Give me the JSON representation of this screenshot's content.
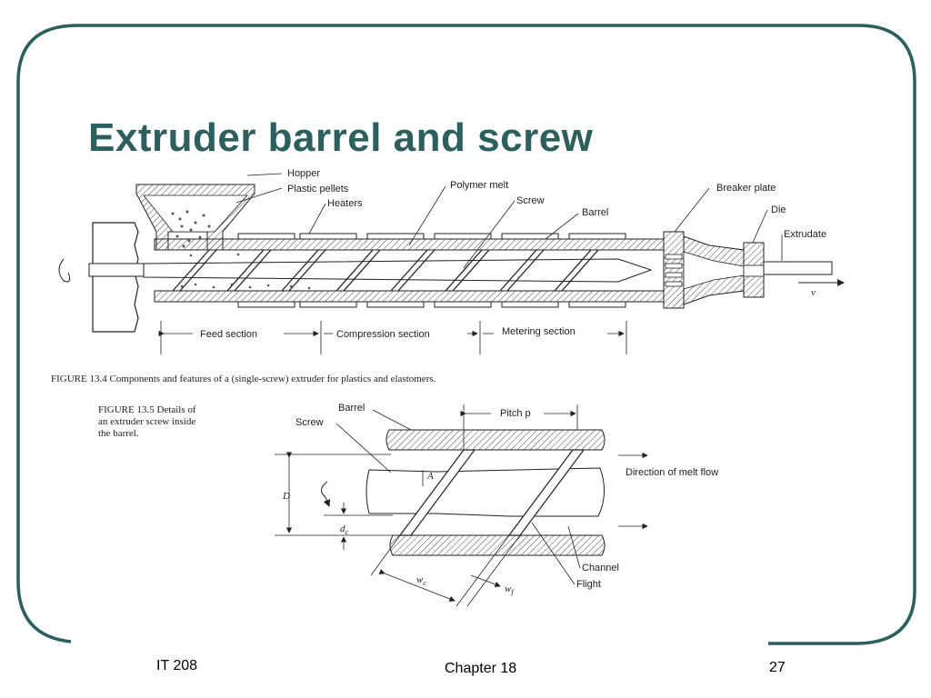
{
  "slide": {
    "title": "Extruder barrel and screw",
    "footer_left": "IT 208",
    "footer_center": "Chapter 18",
    "footer_right": "27",
    "frame_color": "#2e5f5f",
    "title_color": "#2e5f5f"
  },
  "figure1": {
    "labels": {
      "hopper": "Hopper",
      "pellets": "Plastic pellets",
      "heaters": "Heaters",
      "polymer_melt": "Polymer melt",
      "screw": "Screw",
      "barrel": "Barrel",
      "breaker_plate": "Breaker plate",
      "die": "Die",
      "extrudate": "Extrudate",
      "velocity": "v",
      "feed_section": "Feed section",
      "compression_section": "Compression section",
      "metering_section": "Metering section"
    },
    "caption": "FIGURE 13.4   Components and features of a (single-screw) extruder for plastics and elastomers."
  },
  "figure2": {
    "caption_lines": [
      "FIGURE 13.5   Details of",
      "an extruder screw inside",
      "the barrel."
    ],
    "labels": {
      "barrel": "Barrel",
      "screw": "Screw",
      "pitch": "Pitch p",
      "angle": "A",
      "diameter": "D",
      "channel_depth": "d",
      "channel_depth_sub": "c",
      "melt_flow": "Direction of melt flow",
      "channel": "Channel",
      "flight": "Flight",
      "channel_width": "w",
      "channel_width_sub": "c",
      "flight_width": "w",
      "flight_width_sub": "f"
    }
  }
}
